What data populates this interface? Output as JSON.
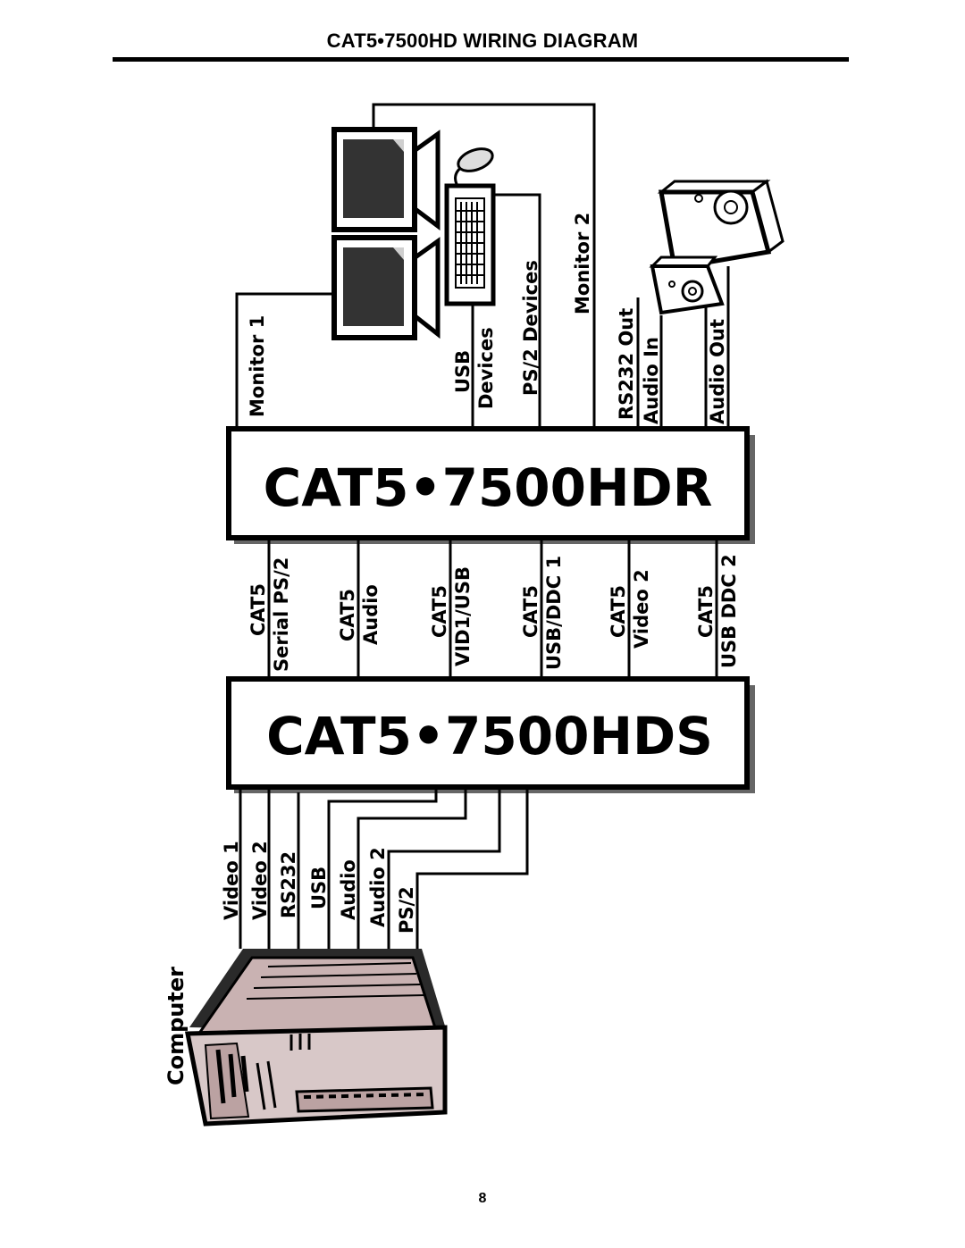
{
  "header": {
    "title": "CAT5•7500HD WIRING DIAGRAM"
  },
  "footer": {
    "page_number": "8"
  },
  "diagram": {
    "receiver": {
      "label": "CAT5•7500HDR"
    },
    "sender": {
      "label": "CAT5•7500HDS"
    },
    "computer_label": "Computer",
    "receiver_ports": {
      "monitor1": "Monitor 1",
      "usb": "USB",
      "devices": "Devices",
      "ps2_devices": "PS/2 Devices",
      "monitor2": "Monitor 2",
      "rs232_out": "RS232 Out",
      "audio_in": "Audio In",
      "audio_out": "Audio Out"
    },
    "link_cables": [
      {
        "top": "CAT5",
        "bottom": "Serial PS/2"
      },
      {
        "top": "CAT5",
        "bottom": "Audio"
      },
      {
        "top": "CAT5",
        "bottom": "VID1/USB"
      },
      {
        "top": "CAT5",
        "bottom": "USB/DDC 1"
      },
      {
        "top": "CAT5",
        "bottom": "Video 2"
      },
      {
        "top": "CAT5",
        "bottom": "USB DDC 2"
      }
    ],
    "computer_ports": [
      "Video 1",
      "Video 2",
      "RS232",
      "USB",
      "Audio",
      "Audio 2",
      "PS/2"
    ]
  }
}
